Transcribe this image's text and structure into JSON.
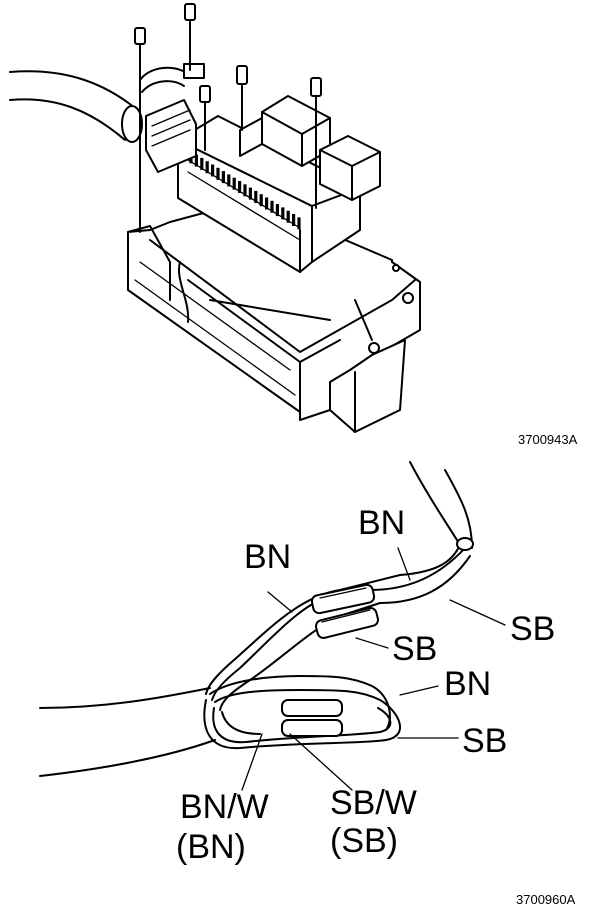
{
  "figure_top": {
    "ref_code": "3700943A"
  },
  "figure_bottom": {
    "ref_code": "3700960A",
    "labels": {
      "bn_top": "BN",
      "bn_left": "BN",
      "sb_right_top": "SB",
      "sb_mid": "SB",
      "bn_right": "BN",
      "sb_right_bottom": "SB",
      "bnw": "BN/W",
      "bnw_alt": "(BN)",
      "sbw": "SB/W",
      "sbw_alt": "(SB)"
    }
  }
}
